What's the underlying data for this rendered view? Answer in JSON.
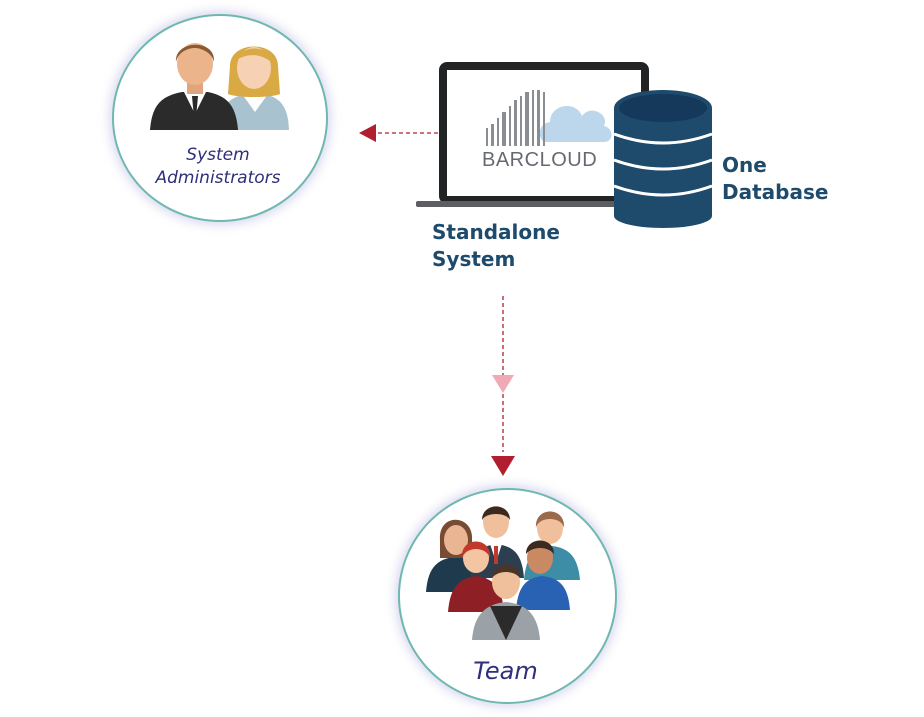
{
  "nodes": {
    "admins": {
      "label": "System Administrators",
      "line1": "System",
      "line2": "Administrators"
    },
    "system": {
      "label": "Standalone System",
      "line1": "Standalone",
      "line2": "System",
      "brand": "BARCLOUD"
    },
    "database": {
      "label": "One Database",
      "line1": "One",
      "line2": "Database"
    },
    "team": {
      "label": "Team"
    }
  },
  "edges": [
    {
      "from": "system",
      "to": "admins",
      "style": "dashed"
    },
    {
      "from": "system",
      "to": "team",
      "style": "dashed"
    }
  ],
  "icons": {
    "laptop": "laptop-icon",
    "database": "database-icon",
    "admins": "admins-group-icon",
    "team": "team-group-icon"
  },
  "colors": {
    "arrow": "#b01e2f",
    "arrow_light": "#f2a9b6",
    "circle_border": "#6fb8b0",
    "label_italic": "#2f2f7a",
    "label_bold": "#1e4a6b",
    "database": "#1e4a6b"
  }
}
